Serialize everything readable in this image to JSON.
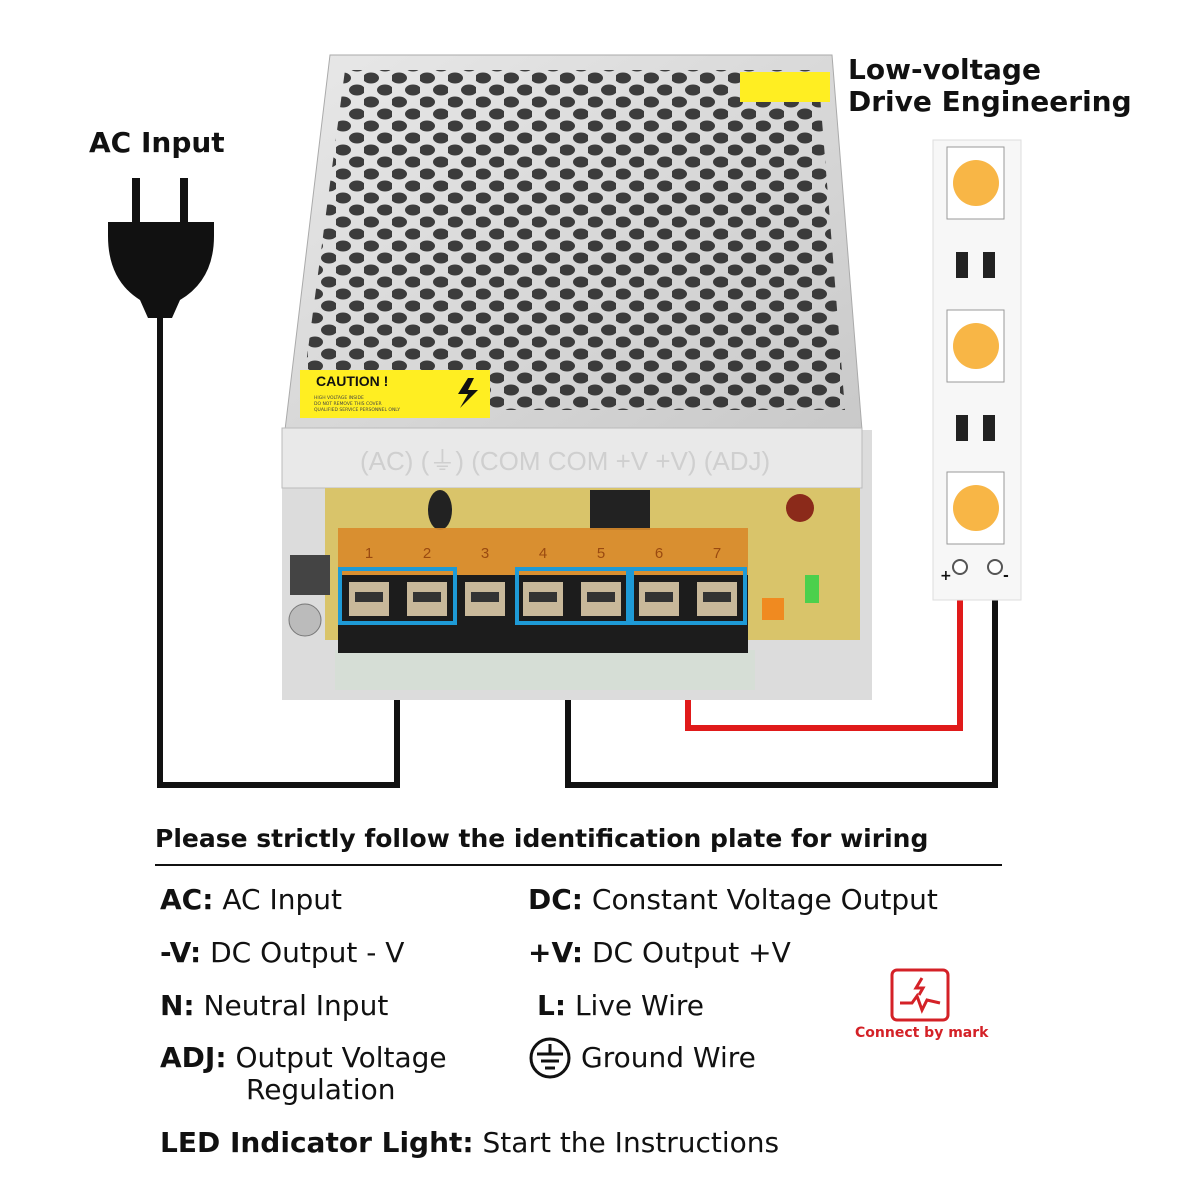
{
  "labels": {
    "ac_input": "AC Input",
    "low_voltage_line1": "Low-voltage",
    "low_voltage_line2": "Drive Engineering"
  },
  "power_supply": {
    "caution_title": "CAUTION !",
    "caution_lines": [
      "HIGH VOLTAGE INSIDE",
      "DO NOT REMOVE THIS COVER",
      "QUALIFIED SERVICE PERSONNEL ONLY"
    ],
    "front_marking": "(AC) (⏚) (COM COM +V +V) (ADJ)",
    "terminal_numbers": [
      "1",
      "2",
      "3",
      "4",
      "5",
      "6",
      "7"
    ]
  },
  "led_strip": {
    "plus": "+",
    "minus": "-"
  },
  "instructions": {
    "heading": "Please strictly follow the identification plate for wiring",
    "items": [
      {
        "key": "AC:",
        "value": "AC Input"
      },
      {
        "key": "DC:",
        "value": "Constant Voltage Output"
      },
      {
        "key": "-V:",
        "value": "DC Output - V"
      },
      {
        "key": "+V:",
        "value": "DC Output +V"
      },
      {
        "key": "N:",
        "value": "Neutral Input"
      },
      {
        "key": "L:",
        "value": "Live Wire"
      },
      {
        "key": "ADJ:",
        "value": "Output Voltage",
        "value2": "Regulation"
      },
      {
        "key": "",
        "value": "Ground Wire",
        "icon": "ground-icon"
      },
      {
        "key": "LED Indicator Light:",
        "value": "Start the Instructions"
      }
    ],
    "badge": {
      "label": "Connect by mark",
      "icon": "lightning-pulse-icon"
    }
  },
  "colors": {
    "accent_red": "#d42127",
    "terminal_box": "#1e9ad6",
    "led": "#f8b646",
    "wire_red": "#e01a1a",
    "caution": "#ffee22"
  }
}
